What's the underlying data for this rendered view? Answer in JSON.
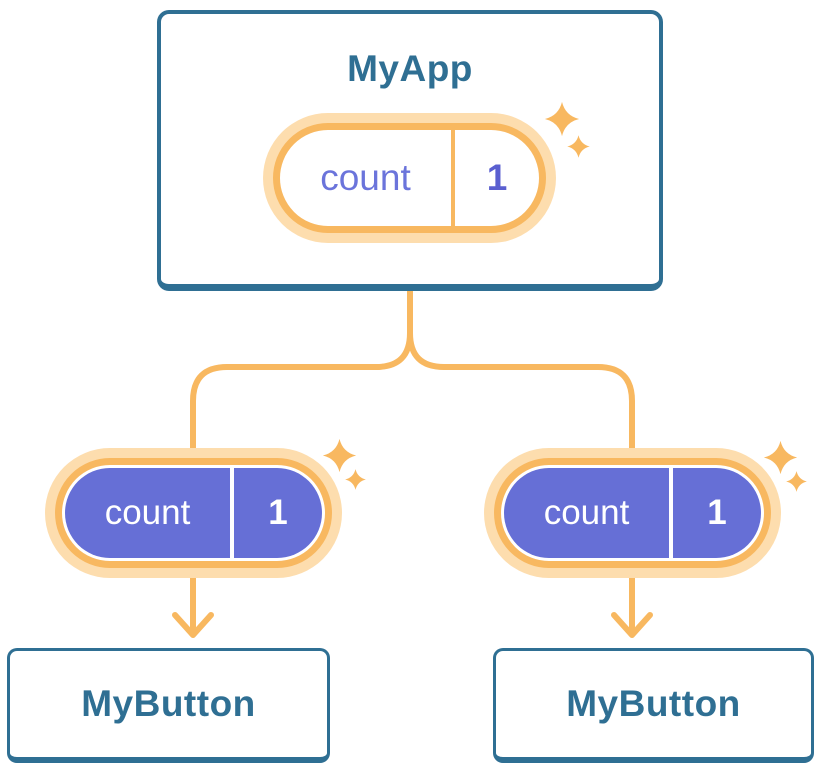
{
  "diagram": {
    "parent_card": {
      "title": "MyApp"
    },
    "child_cards": [
      {
        "title": "MyButton"
      },
      {
        "title": "MyButton"
      }
    ],
    "state_pills": {
      "parent": {
        "label": "count",
        "value": "1"
      },
      "left_child": {
        "label": "count",
        "value": "1"
      },
      "right_child": {
        "label": "count",
        "value": "1"
      }
    },
    "colors": {
      "card_border_blue": "#2F6F93",
      "card_text_blue": "#2F6F93",
      "orange": "#F8B860",
      "peach": "#FDDDAE",
      "purple_fill": "#666FD6",
      "purple_label": "#6B74DB",
      "purple_value": "#5A5FD0",
      "white": "#FFFFFF"
    }
  }
}
